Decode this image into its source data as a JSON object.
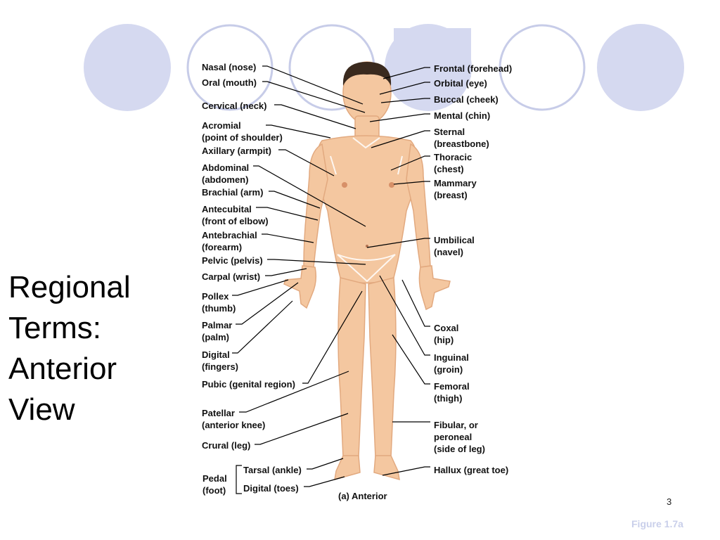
{
  "slide": {
    "title_lines": [
      "Regional",
      "Terms:",
      "Anterior",
      "View"
    ],
    "slide_number": "3",
    "figure_ref": "Figure 1.7a",
    "caption": "(a) Anterior"
  },
  "colors": {
    "circle_fill": "#d5d9f0",
    "circle_outline": "#c7cce8",
    "skin": "#f4c7a0",
    "skin_edge": "#e2a97f",
    "leader_line": "#000000",
    "figure_ref_text": "#c9cfea"
  },
  "labels": {
    "nasal": [
      "Nasal (nose)"
    ],
    "oral": [
      "Oral (mouth)"
    ],
    "cervical": [
      "Cervical (neck)"
    ],
    "acromial": [
      "Acromial",
      "(point of shoulder)"
    ],
    "axillary": [
      "Axillary (armpit)"
    ],
    "abdominal": [
      "Abdominal",
      "(abdomen)"
    ],
    "brachial": [
      "Brachial (arm)"
    ],
    "antecubital": [
      "Antecubital",
      "(front of elbow)"
    ],
    "antebrachial": [
      "Antebrachial",
      "(forearm)"
    ],
    "pelvic": [
      "Pelvic (pelvis)"
    ],
    "carpal": [
      "Carpal (wrist)"
    ],
    "pollex": [
      "Pollex",
      "(thumb)"
    ],
    "palmar": [
      "Palmar",
      "(palm)"
    ],
    "digital_fingers": [
      "Digital",
      "(fingers)"
    ],
    "pubic": [
      "Pubic (genital region)"
    ],
    "patellar": [
      "Patellar",
      "(anterior knee)"
    ],
    "crural": [
      "Crural (leg)"
    ],
    "tarsal": [
      "Tarsal (ankle)"
    ],
    "pedal": [
      "Pedal",
      "(foot)"
    ],
    "digital_toes": [
      "Digital (toes)"
    ],
    "frontal": [
      "Frontal (forehead)"
    ],
    "orbital": [
      "Orbital (eye)"
    ],
    "buccal": [
      "Buccal (cheek)"
    ],
    "mental": [
      "Mental (chin)"
    ],
    "sternal": [
      "Sternal",
      "(breastbone)"
    ],
    "thoracic": [
      "Thoracic",
      "(chest)"
    ],
    "mammary": [
      "Mammary",
      "(breast)"
    ],
    "umbilical": [
      "Umbilical",
      "(navel)"
    ],
    "coxal": [
      "Coxal",
      "(hip)"
    ],
    "inguinal": [
      "Inguinal",
      "(groin)"
    ],
    "femoral": [
      "Femoral",
      "(thigh)"
    ],
    "fibular": [
      "Fibular, or",
      "peroneal",
      "(side of leg)"
    ],
    "hallux": [
      "Hallux (great toe)"
    ]
  }
}
